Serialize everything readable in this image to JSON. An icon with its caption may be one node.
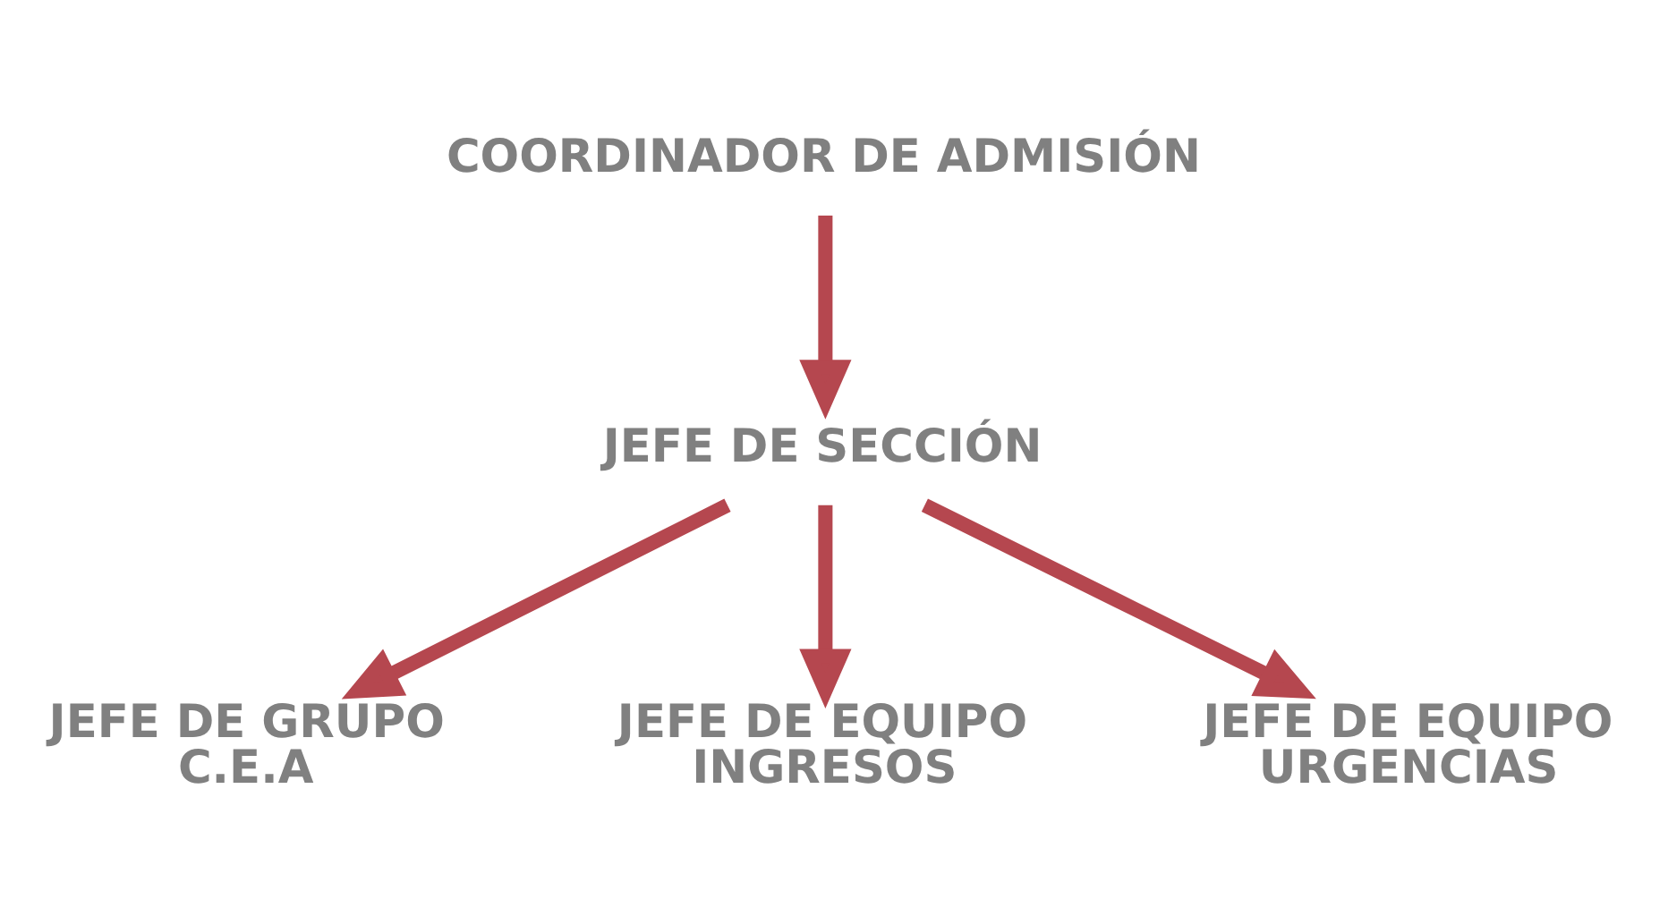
{
  "diagram": {
    "nodes": [
      {
        "text": [
          "COORDINADOR DE ADMISIÓN"
        ]
      },
      {
        "text": [
          "JEFE DE SECCIÓN"
        ]
      },
      {
        "text": [
          "JEFE DE GRUPO C.E.A"
        ]
      },
      {
        "text": [
          "JEFE DE EQUIPO INGRESOS"
        ]
      },
      {
        "text": [
          "JEFE DE EQUIPO URGENCIAS"
        ]
      }
    ],
    "edges": [
      {
        "from": 0,
        "to": 1,
        "arrow": "to"
      },
      {
        "from": 1,
        "to": 2,
        "arrow": "to"
      },
      {
        "from": 1,
        "to": 3,
        "arrow": "to"
      },
      {
        "from": 1,
        "to": 4,
        "arrow": "to"
      }
    ]
  }
}
